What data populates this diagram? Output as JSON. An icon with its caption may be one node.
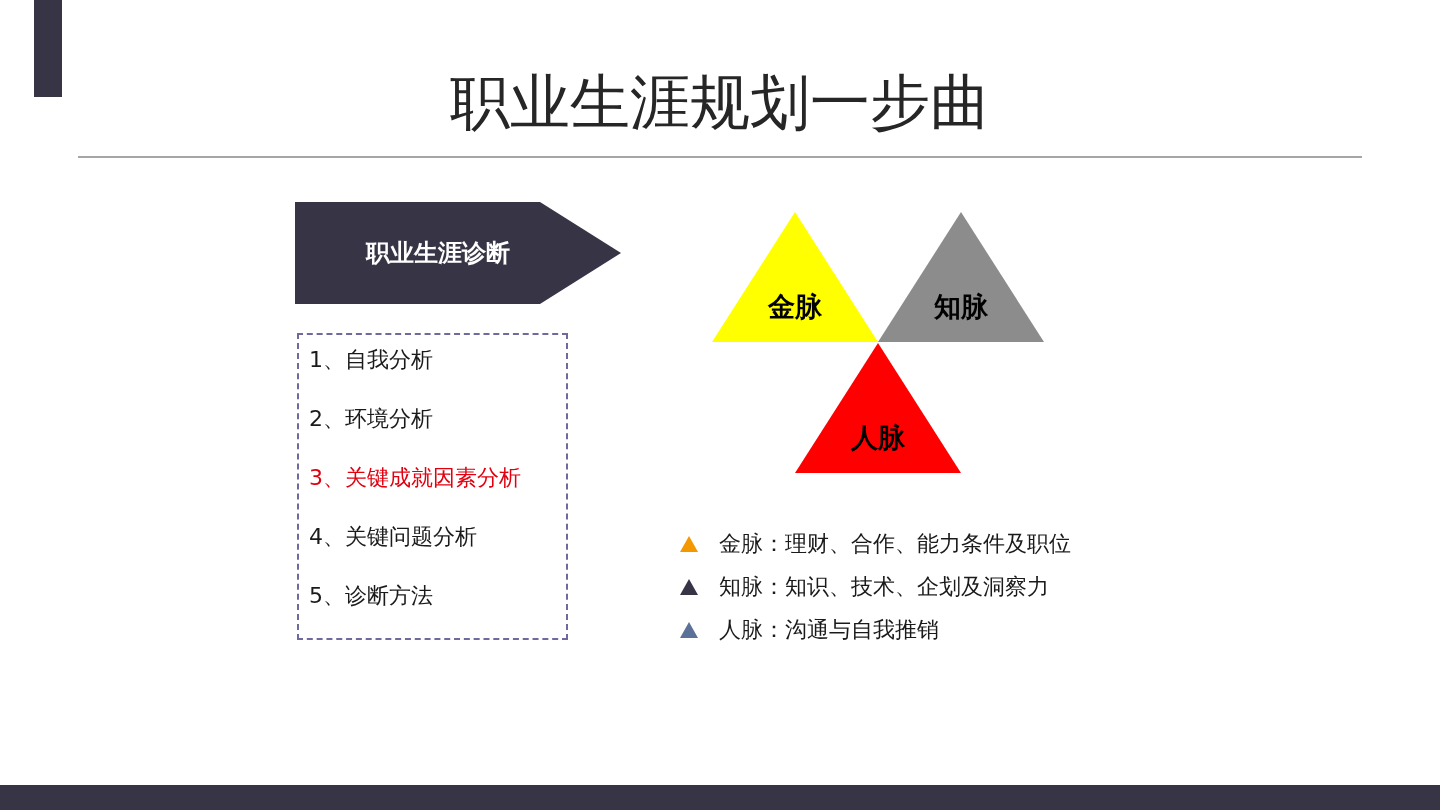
{
  "diagram": {
    "title": "职业生涯规划一步曲",
    "nodes": [
      {
        "text": [
          "职业生涯诊断"
        ]
      },
      {
        "text": [
          "1、自我分析",
          "2、环境分析",
          "3、关键成就因素分析",
          "4、关键问题分析",
          "5、诊断方法"
        ]
      },
      {
        "text": [
          "金脉"
        ]
      },
      {
        "text": [
          "知脉"
        ]
      },
      {
        "text": [
          "人脉"
        ]
      }
    ],
    "legend": [
      {
        "text": "金脉：理财、合作、能力条件及职位"
      },
      {
        "text": "知脉：知识、技术、企划及洞察力"
      },
      {
        "text": "人脉：沟通与自我推销"
      }
    ]
  }
}
